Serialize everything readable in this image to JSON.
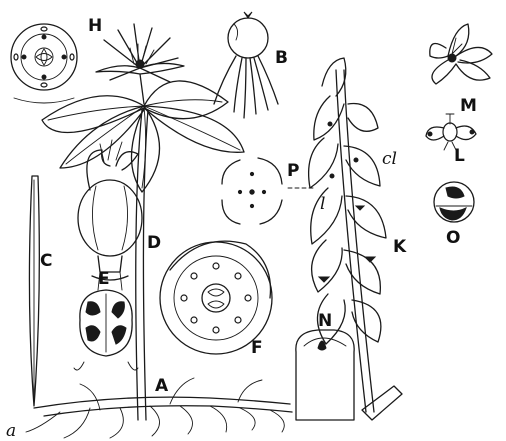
{
  "labels": {
    "H": "H",
    "B": "B",
    "M": "M",
    "P": "P",
    "cl": "cl",
    "l": "l",
    "L": "L",
    "C": "C",
    "D": "D",
    "K": "K",
    "O": "O",
    "E": "E",
    "F": "F",
    "N": "N",
    "A": "A",
    "a": "a"
  },
  "colors": {
    "ink": "#1a1a1a",
    "paper": "#ffffff"
  }
}
